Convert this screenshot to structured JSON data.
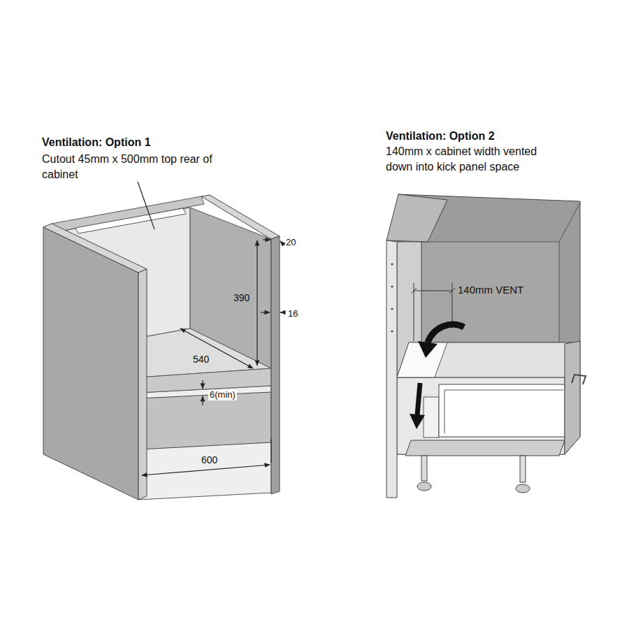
{
  "diagram": {
    "labels": [
      "Ventilation: Option 1",
      "Cutout 45mm x 500mm top rear of cabinet",
      "20",
      "390",
      "16",
      "540",
      "6(min)",
      "600",
      "Ventilation: Option 2",
      "140mm x cabinet width vented down into kick panel space",
      "140mm VENT"
    ]
  }
}
